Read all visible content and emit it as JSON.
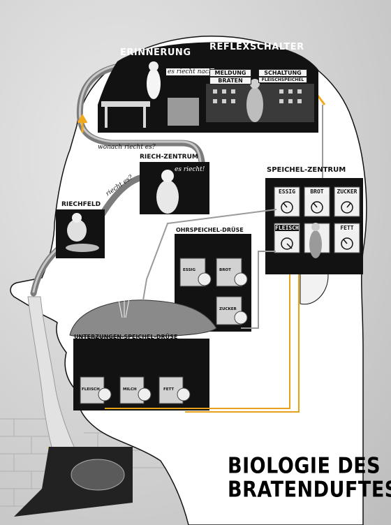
{
  "title": {
    "line1": "BIOLOGIE DES",
    "line2": "BRATENDUFTES"
  },
  "nodes": {
    "erinnerung": "ERINNERUNG",
    "reflexschalter": "REFLEXSCHALTER",
    "riech_zentrum": "RIECH-ZENTRUM",
    "riechfeld": "RIECHFELD",
    "speichel_zentrum": "SPEICHEL-ZENTRUM",
    "ohrspeichel_druese": "OHRSPEICHEL-DRÜSE",
    "unterzungen_speichel_druese": "UNTERZUNGEN-SPEICHEL-DRÜSE"
  },
  "speech": {
    "es_riecht_nach": "es riecht nach",
    "wonach_riecht_es": "wonach riecht es?",
    "es_riecht": "es riecht!",
    "riecht_es": "riecht es?"
  },
  "signs": {
    "meldung": "MELDUNG",
    "braten": "BRATEN",
    "schaltung": "SCHALTUNG",
    "fleischspeichel": "FLEISCHSPEICHEL"
  },
  "gauges": [
    "ESSIG",
    "BROT",
    "ZUCKER",
    "FLEISCH",
    "",
    "FETT"
  ],
  "ohr_tanks": [
    "ESSIG",
    "BROT",
    "ZUCKER"
  ],
  "unter_tanks": [
    "FLEISCH",
    "MILCH",
    "FETT"
  ],
  "colors": {
    "panel": "#121212",
    "head": "#ffffff",
    "pipe": "#8a8a8a",
    "arrow": "#f2a81d",
    "wire": "#e6a21a"
  }
}
